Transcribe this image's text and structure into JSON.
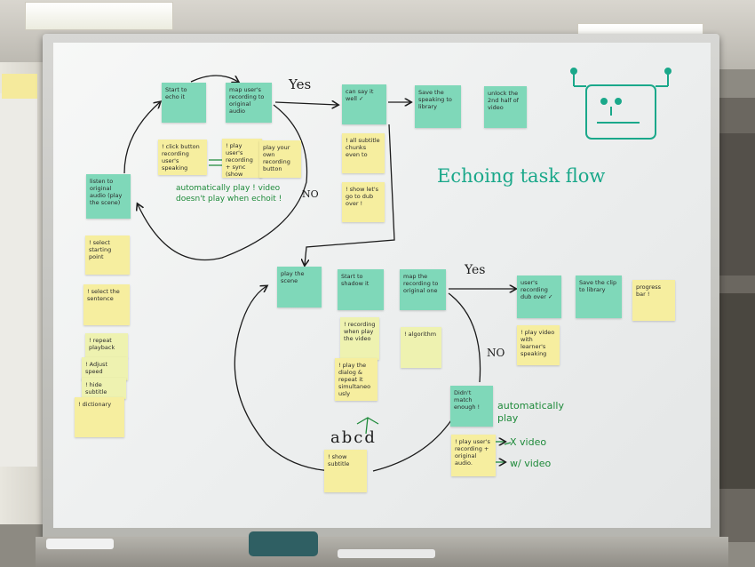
{
  "board": {
    "title": "Echoing task flow",
    "labels": {
      "yes_top": "Yes",
      "no_top": "NO",
      "yes_bottom": "Yes",
      "no_bottom": "NO",
      "abcd": "abcd",
      "x_video": "X video",
      "with_video": "w/ video",
      "auto_play_note": "automatically play ! video doesn't play when echoit !",
      "auto_play_bottom": "automatically play"
    },
    "notes": {
      "start_echo": "Start to echo it",
      "map_recording": "map user's recording to original audio",
      "can_say_well": "can say it well ✓",
      "save_library_top": "Save the speaking to library",
      "unlock_half": "unlock the 2nd half of video",
      "click_button": "! click button recording user's speaking",
      "play_recording_sync": "! play user's recording + sync (show visual feedback)",
      "play_own_recording": "play your own recording button",
      "all_subtitle": "! all subtitle chunks even to",
      "show_dub": "! show let's go to dub over !",
      "listen_original": "listen to original audio (play the scene)",
      "select_starting": "! select starting point",
      "select_sentence": "! select the sentence",
      "repeat_playback": "! repeat playback",
      "adjust_speed": "! Adjust speed",
      "hide_subtitle": "! hide subtitle",
      "dictionary": "! dictionary",
      "play_scene": "play the scene",
      "start_shadow": "Start to shadow it",
      "map_recording_original": "map the recording to original one",
      "users_recording_dub": "user's recording dub over ✓",
      "save_clip": "Save the clip to library",
      "progress_bar": "progress bar !",
      "recording_while_play": "! recording when play the video",
      "play_dialog_repeat": "! play the dialog & repeat it simultaneously",
      "algorithm": "! algorithm",
      "play_video_speaking": "! play video with learner's speaking",
      "didnt_match": "Didn't match enough !",
      "show_subtitle": "! show subtitle",
      "play_users_recording_original": "! play user's recording + original audio."
    }
  },
  "colors": {
    "sticky_yellow": "#f6ee9f",
    "sticky_green": "#7fd8b9",
    "sticky_pale": "#eef2b0",
    "marker_black": "#1c1c1c",
    "marker_green": "#1e8a3a",
    "marker_teal": "#1aa88a"
  },
  "icons": {
    "robot": "robot-doodle-icon",
    "checkmark": "checkmark-icon"
  }
}
